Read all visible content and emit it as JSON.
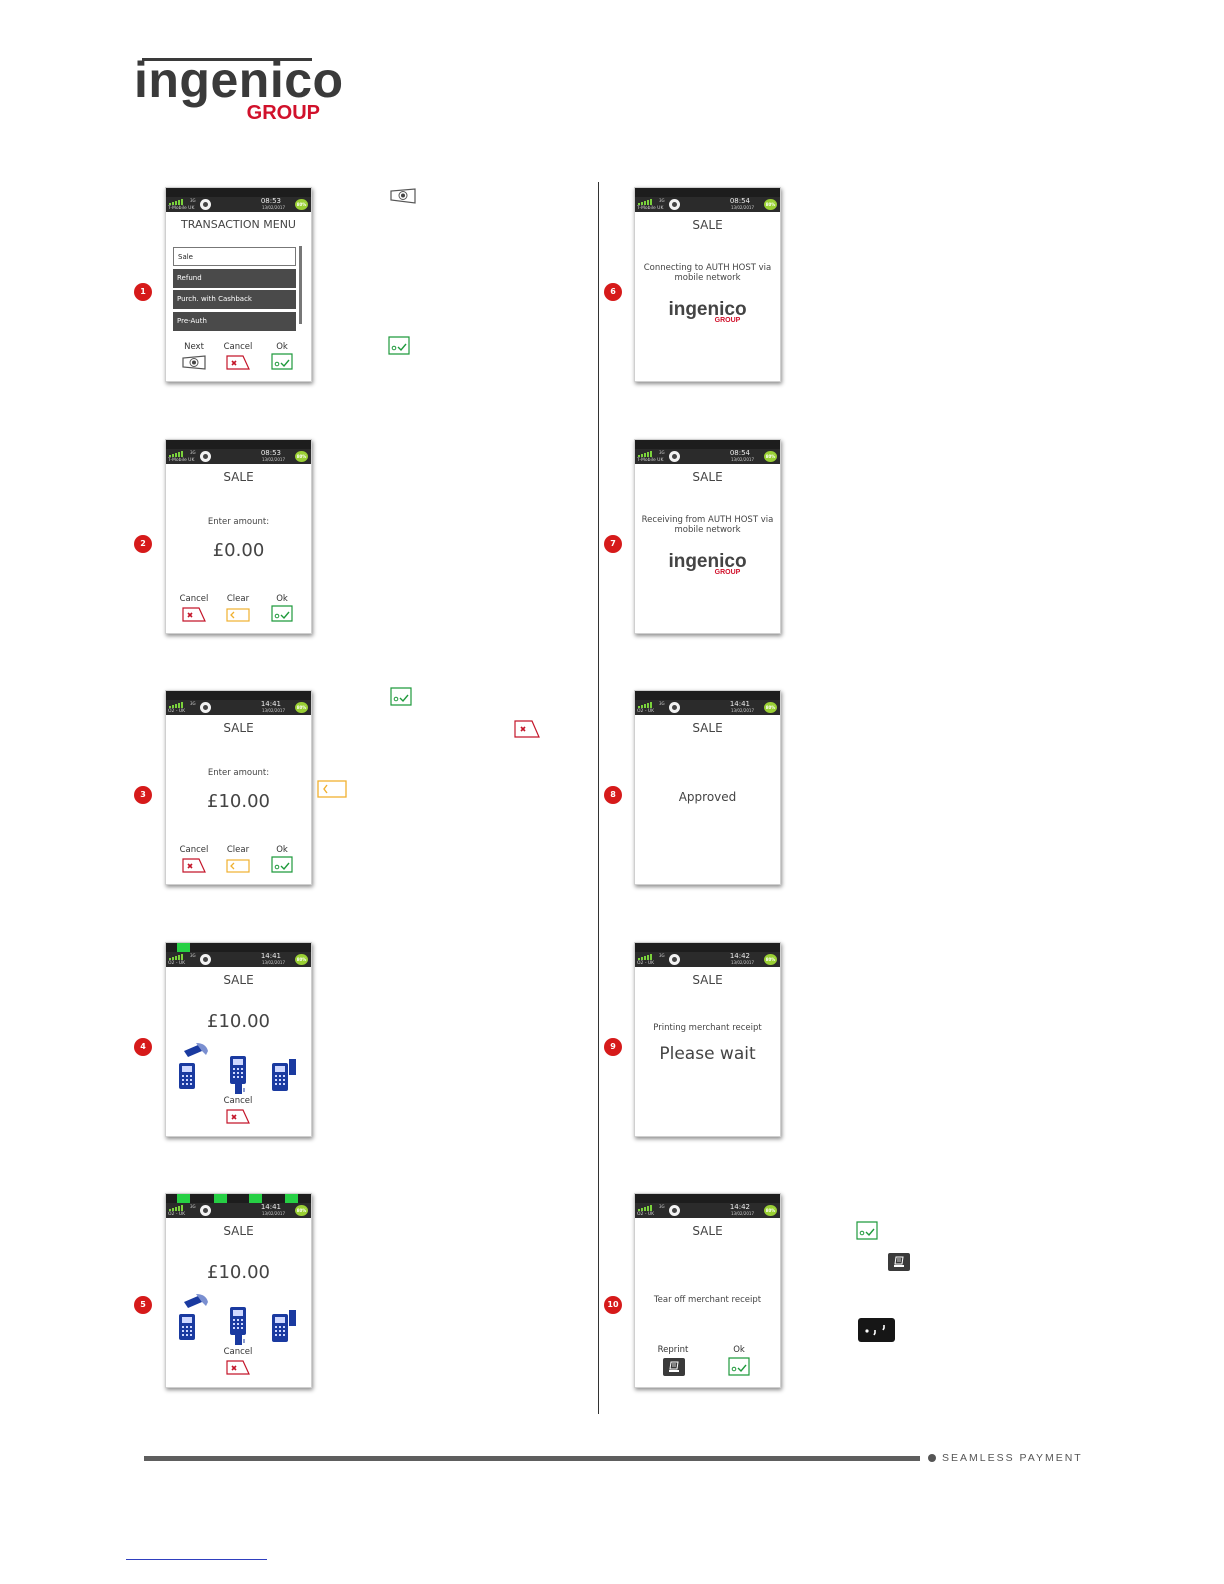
{
  "logo": {
    "main": "ingenico",
    "sub": "GROUP"
  },
  "status": {
    "net": "3G",
    "carrier_tmobile": "T-Mobile UK",
    "carrier_o2": "O2 - UK",
    "date": "13/02/2017",
    "battery": "80%",
    "times": {
      "s1": "08:53",
      "s2": "08:53",
      "s3": "14:41",
      "s4": "14:41",
      "s5": "14:41",
      "s6": "08:54",
      "s7": "08:54",
      "s8": "14:41",
      "s9": "14:42",
      "s10": "14:42"
    }
  },
  "steps": [
    "1",
    "2",
    "3",
    "4",
    "5",
    "6",
    "7",
    "8",
    "9",
    "10"
  ],
  "screen1": {
    "title": "TRANSACTION MENU",
    "items": [
      "Sale",
      "Refund",
      "Purch. with Cashback",
      "Pre-Auth"
    ],
    "keys": [
      "Next",
      "Cancel",
      "Ok"
    ]
  },
  "screen2": {
    "title": "SALE",
    "prompt": "Enter amount:",
    "amount": "£0.00",
    "keys": [
      "Cancel",
      "Clear",
      "Ok"
    ]
  },
  "screen3": {
    "title": "SALE",
    "prompt": "Enter amount:",
    "amount": "£10.00",
    "keys": [
      "Cancel",
      "Clear",
      "Ok"
    ]
  },
  "screen4": {
    "title": "SALE",
    "amount": "£10.00",
    "key": "Cancel"
  },
  "screen5": {
    "title": "SALE",
    "amount": "£10.00",
    "key": "Cancel"
  },
  "screen6": {
    "title": "SALE",
    "line1": "Connecting to AUTH HOST via",
    "line2": "mobile network"
  },
  "screen7": {
    "title": "SALE",
    "line1": "Receiving from AUTH HOST via",
    "line2": "mobile network"
  },
  "screen8": {
    "title": "SALE",
    "message": "Approved"
  },
  "screen9": {
    "title": "SALE",
    "line1": "Printing merchant receipt",
    "big": "Please wait"
  },
  "screen10": {
    "title": "SALE",
    "message": "Tear off merchant receipt",
    "keys": [
      "Reprint",
      "Ok"
    ]
  },
  "footer": {
    "tagline": "SEAMLESS PAYMENT"
  },
  "colors": {
    "cancel": "#c4162a",
    "ok": "#1f9a3c",
    "clear": "#f0b030",
    "badge": "#d61a1a",
    "brand_red": "#d1112b"
  }
}
